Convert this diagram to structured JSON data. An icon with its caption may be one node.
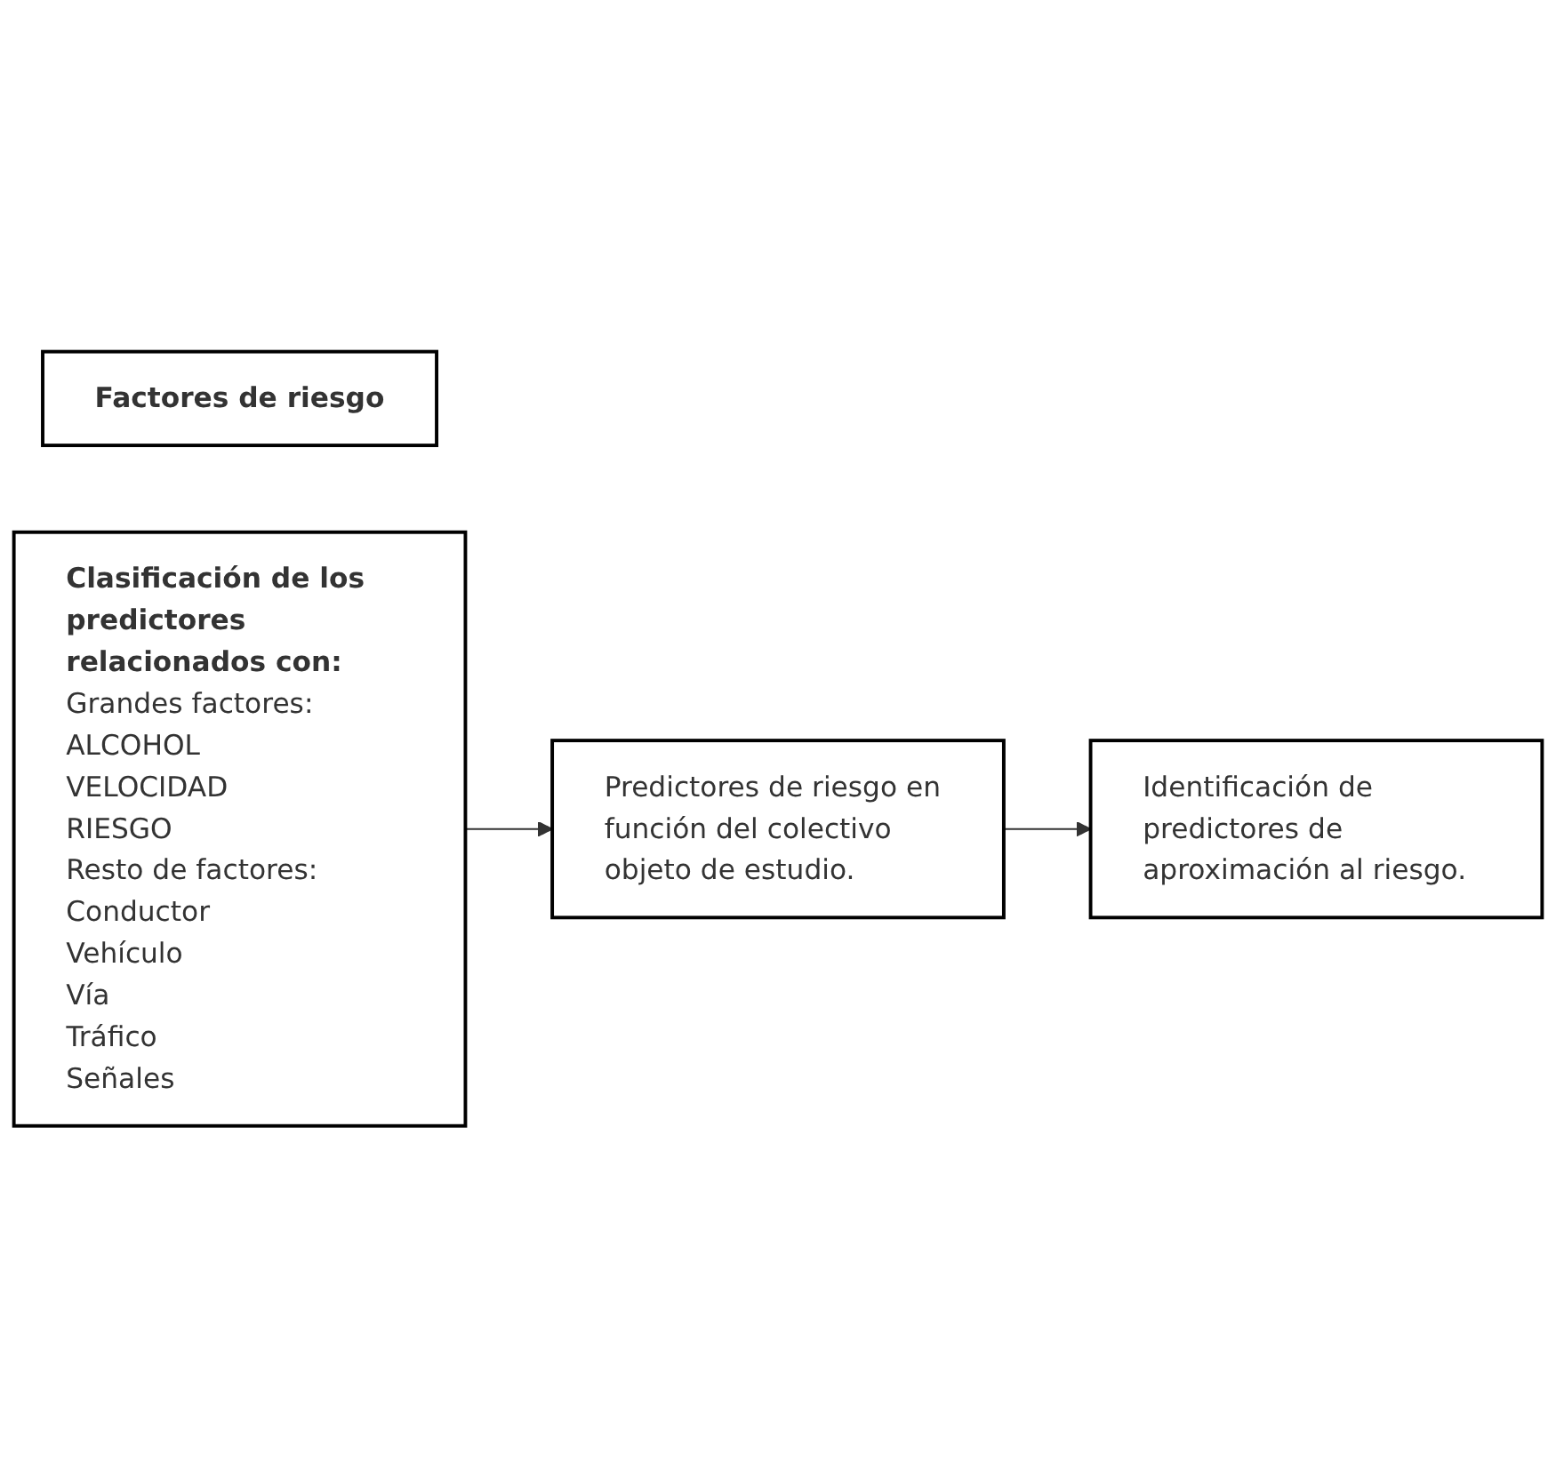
{
  "diagram": {
    "nodes": [
      {
        "text": [
          "Factores de riesgo"
        ]
      },
      {
        "text": [
          "Clasificación de los predictores relacionados con:",
          "Grandes factores:",
          "ALCOHOL",
          "VELOCIDAD",
          "RIESGO",
          "Resto de factores:",
          "Conductor",
          "Vehículo",
          "Vía",
          "Tráfico",
          "Señales"
        ]
      },
      {
        "text": [
          "Predictores de riesgo en función del colectivo objeto de estudio."
        ]
      },
      {
        "text": [
          "Identificación de predictores de aproximación al riesgo."
        ]
      }
    ],
    "edges": [
      {
        "from": 1,
        "to": 2,
        "arrow": "to"
      },
      {
        "from": 2,
        "to": 3,
        "arrow": "to"
      }
    ]
  }
}
